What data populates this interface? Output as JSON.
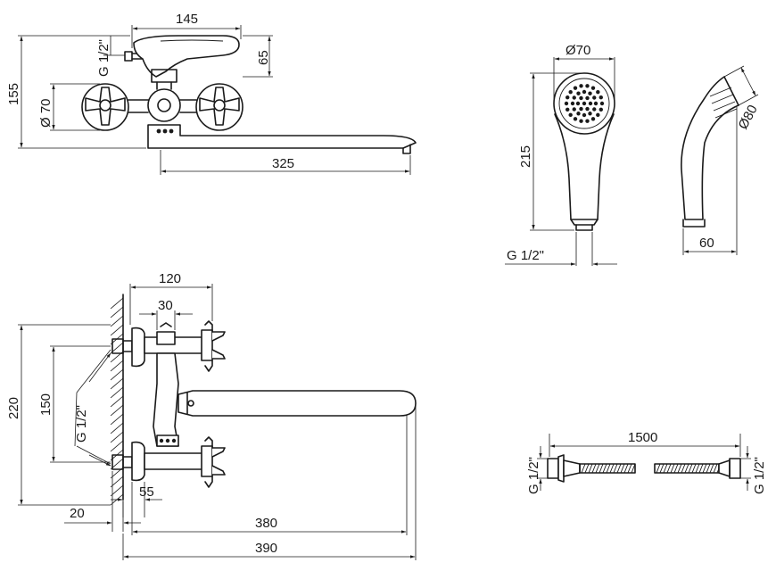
{
  "dimensions": {
    "top_width": "145",
    "top_height_left": "155",
    "thread_top": "G 1/2\"",
    "flange_diameter": "Ø 70",
    "lever_height": "65",
    "spout_length_top": "325",
    "head_diameter": "Ø70",
    "handset_length": "215",
    "head_side_diameter": "Ø80",
    "handset_depth": "60",
    "handset_thread": "G 1/2\"",
    "body_width": "120",
    "center_width": "30",
    "total_height": "220",
    "inlet_spacing": "150",
    "inlet_thread": "G 1/2\"",
    "offset_55": "55",
    "offset_20": "20",
    "spout_380": "380",
    "spout_390": "390",
    "hose_length": "1500",
    "hose_thread_left": "G 1/2\"",
    "hose_thread_right": "G 1/2\""
  }
}
